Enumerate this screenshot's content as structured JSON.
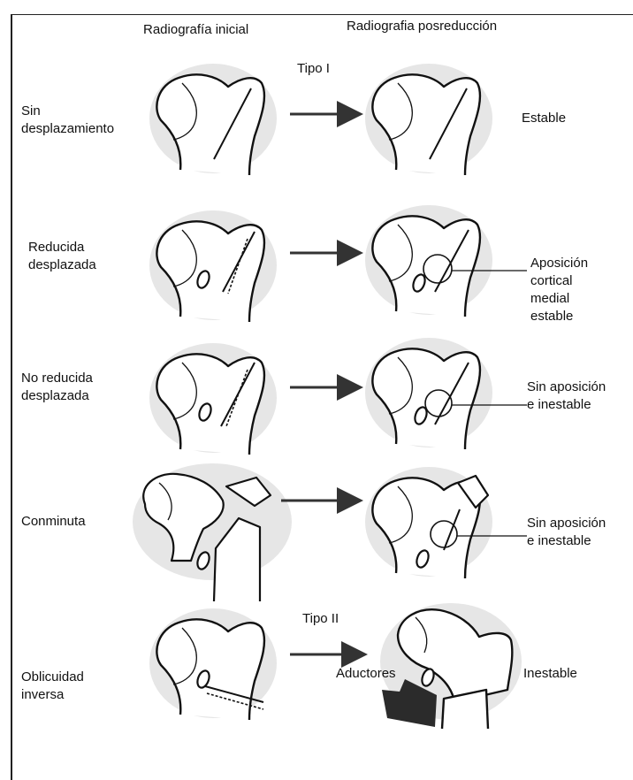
{
  "headers": {
    "initial": "Radiografía inicial",
    "post": "Radiografia posreducción"
  },
  "types": {
    "type1": "Tipo I",
    "type2": "Tipo II"
  },
  "rows": [
    {
      "left_label": "Sin\ndesplazamiento",
      "right_label": "Estable"
    },
    {
      "left_label": "Reducida\ndesplazada",
      "right_label": "Aposición\ncortical\nmedial\nestable"
    },
    {
      "left_label": "No reducida\ndesplazada",
      "right_label": "Sin aposición\ne inestable"
    },
    {
      "left_label": "Conminuta",
      "right_label": "Sin aposición\ne inestable"
    },
    {
      "left_label": "Oblicuidad\ninversa",
      "right_label": "Inestable"
    }
  ],
  "annotations": {
    "adductors": "Aductores"
  }
}
